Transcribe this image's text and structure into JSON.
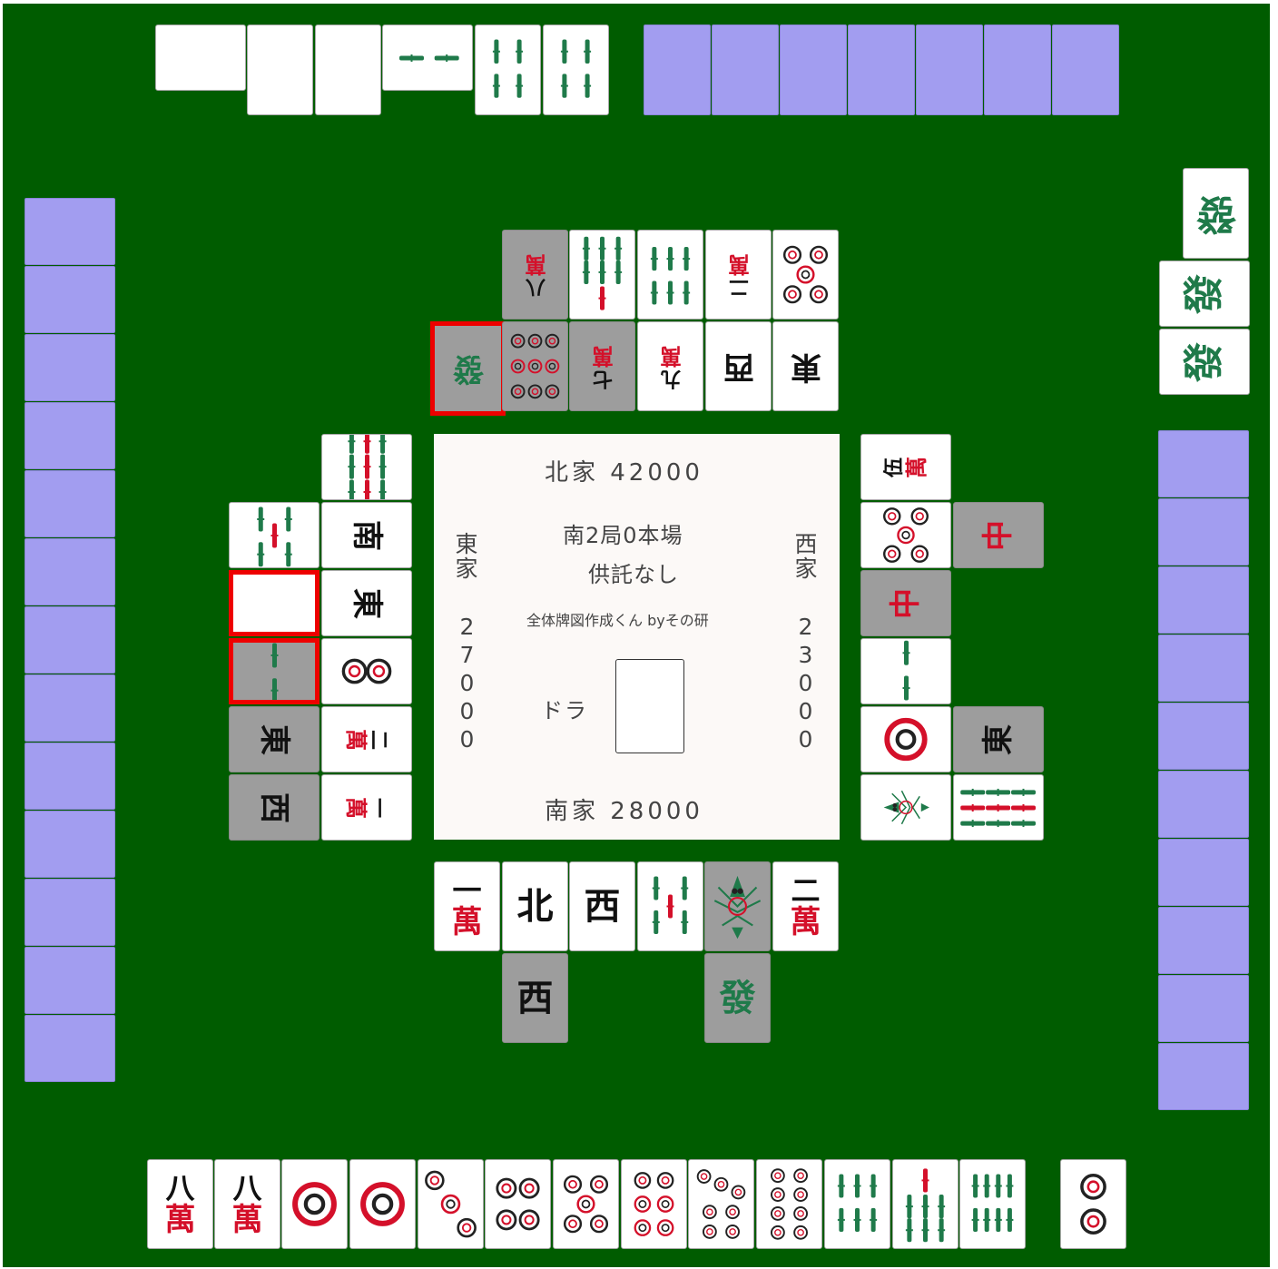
{
  "center": {
    "north_score": "北家 42000",
    "round": "南2局0本場",
    "deposit": "供託なし",
    "credit": "全体牌図作成くん byその研",
    "dora_label": "ドラ",
    "south_score": "南家 28000",
    "east_label": "東家",
    "east_points": "27000",
    "west_label": "西家",
    "west_points": "23000"
  },
  "tile_text": {
    "north": "北",
    "south": "南",
    "east": "東",
    "west": "西",
    "hatsu": "發",
    "chun": "中",
    "one": "一",
    "two": "二",
    "seven": "七",
    "eight": "八",
    "nine": "九",
    "five": "伍",
    "man": "萬"
  },
  "colors": {
    "table": "#005c00",
    "tile_back": "#a29df0",
    "called_tile": "#9d9d9d",
    "highlight": "#ee0000",
    "red_char": "#d4102a",
    "green_char": "#1f7a4a"
  },
  "hands": {
    "player": [
      "八萬",
      "八萬",
      "1p",
      "1p",
      "3p",
      "4p",
      "5p",
      "6p",
      "7p",
      "8p",
      "6s",
      "7s",
      "8s"
    ],
    "player_draw": "2p",
    "north_revealed": [
      "blank",
      "blank",
      "blank",
      "2s",
      "4s",
      "4s"
    ]
  }
}
